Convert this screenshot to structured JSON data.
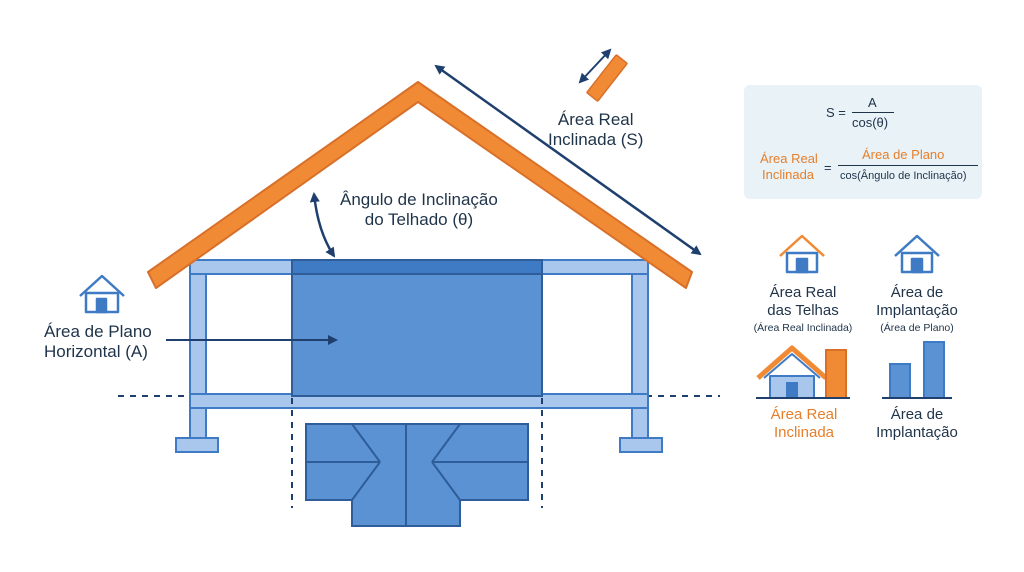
{
  "labels": {
    "slanted_area": [
      "Área Real",
      "Inclinada (S)"
    ],
    "angle": [
      "Ângulo de Inclinação",
      "do Telhado (θ)"
    ],
    "plan_area": [
      "Área de Plano",
      "Horizontal (A)"
    ]
  },
  "formula": {
    "s_eq": "S =",
    "numerator_a": "A",
    "denominator_cos": "cos(θ)",
    "left_line1": "Área Real",
    "left_line2": "Inclinada",
    "equals": "=",
    "numerator_plano": "Área de Plano",
    "denominator_long": "cos(Ângulo de Inclinação)"
  },
  "comparison": {
    "left": {
      "title": [
        "Área Real",
        "das Telhas"
      ],
      "subtitle": "(Área Real Inclinada)",
      "bottom": [
        "Área Real",
        "Inclinada"
      ],
      "bar_value": 1.0
    },
    "right": {
      "title": [
        "Área de",
        "Implantação"
      ],
      "subtitle": "(Área de Plano)",
      "bottom": [
        "Área de",
        "Implantação"
      ],
      "bar_values": [
        0.6,
        1.0
      ]
    }
  },
  "colors": {
    "roof": "#f08a34",
    "roof_dark": "#d8702a",
    "navy": "#1f3f6e",
    "blue_fill": "#5b92d4",
    "blue_light": "#a9c7ec",
    "blue_frame": "#3f7bc4",
    "text": "#1f3349",
    "orange_text": "#e57f2b"
  }
}
